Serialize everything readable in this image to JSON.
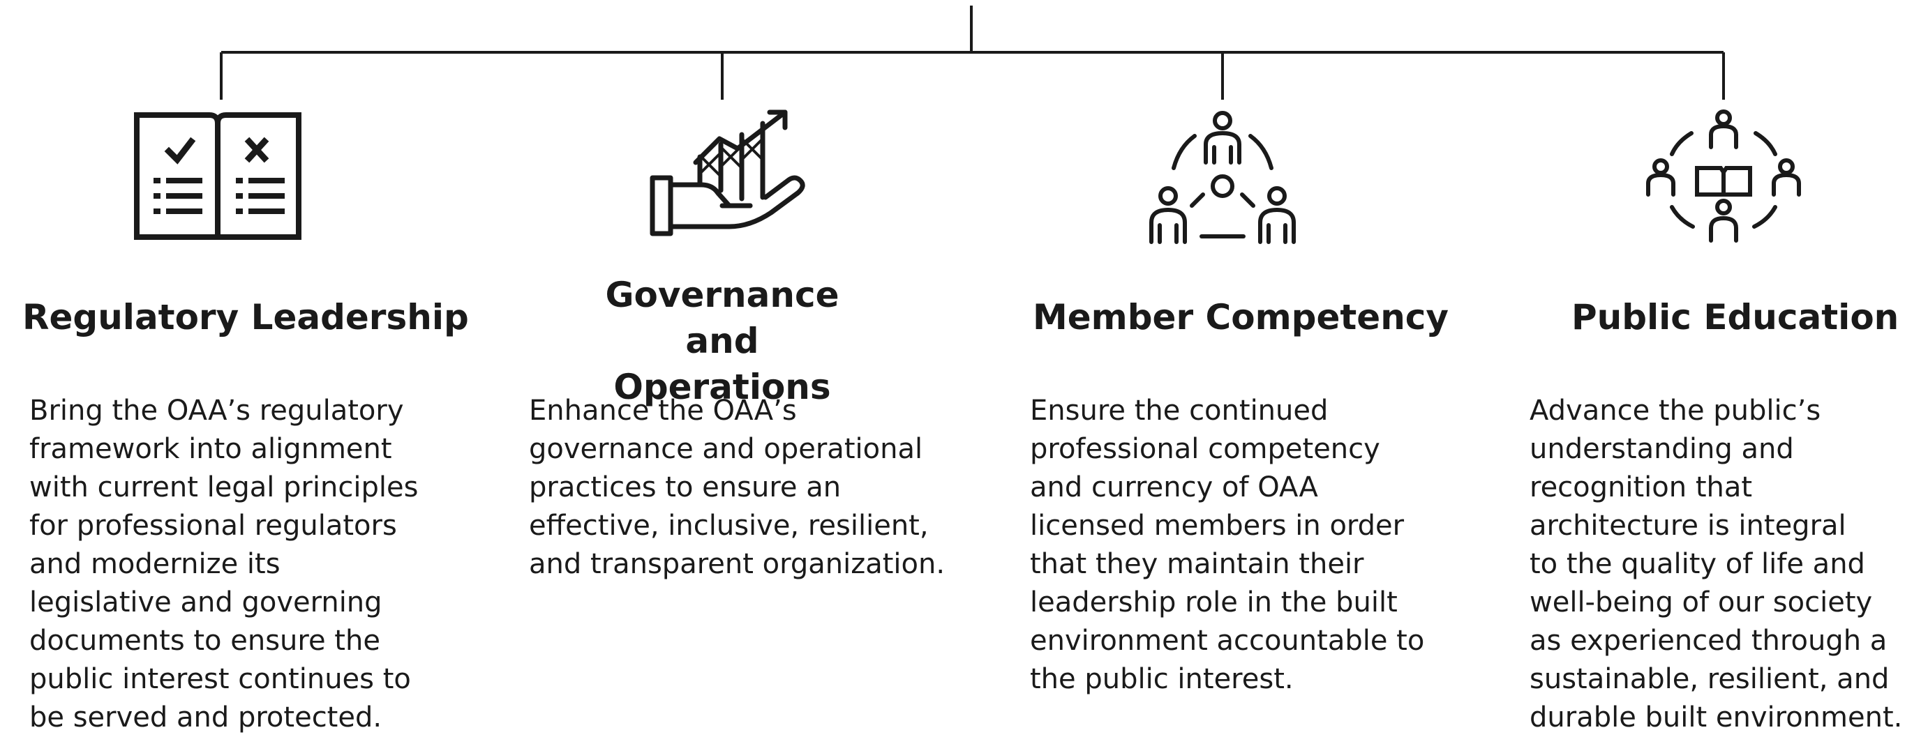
{
  "pillars": [
    {
      "icon": "rulebook-icon",
      "title": "Regulatory Leadership",
      "description": "Bring the OAA’s regulatory\nframework into alignment\nwith current legal principles\nfor professional regulators\nand modernize its\nlegislative and governing\ndocuments to ensure the\npublic interest continues to\nbe served and protected."
    },
    {
      "icon": "hand-growth-chart-icon",
      "title": "Governance and\nOperations",
      "description": "Enhance the OAA’s\ngovernance and operational\npractices to ensure an\neffective, inclusive, resilient,\nand transparent organization."
    },
    {
      "icon": "team-circle-icon",
      "title": "Member Competency",
      "description": "Ensure the continued\nprofessional competency\nand currency of OAA\nlicensed members in order\nthat they maintain their\nleadership role in the built\nenvironment accountable to\nthe public interest."
    },
    {
      "icon": "people-book-icon",
      "title": "Public Education",
      "description": "Advance the public’s\nunderstanding and\nrecognition that\narchitecture is integral\nto the quality of life and\nwell-being of our society\nas experienced through a\nsustainable, resilient, and\ndurable built environment."
    }
  ]
}
